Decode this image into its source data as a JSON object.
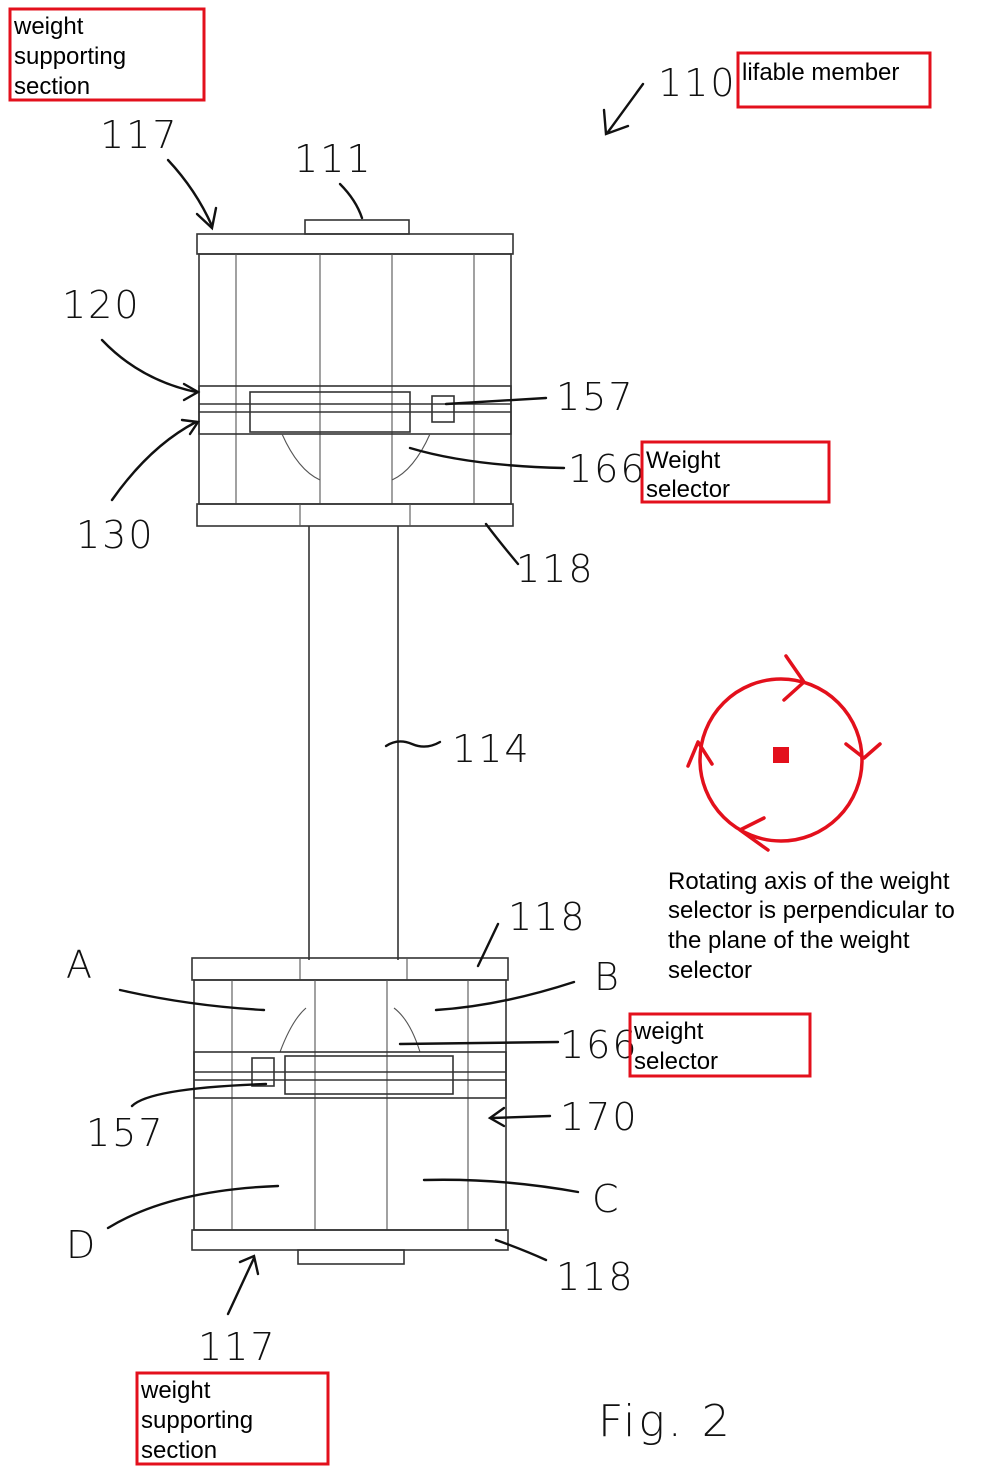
{
  "annotations": {
    "weight_supporting_top": [
      "weight",
      "supporting",
      "section"
    ],
    "lifable_member": "lifable member",
    "weight_selector_top": [
      "Weight",
      "selector"
    ],
    "weight_selector_bottom": [
      "weight",
      "selector"
    ],
    "weight_supporting_bottom": [
      "weight",
      "supporting",
      "section"
    ],
    "rotating_axis_note": [
      "Rotating axis of the weight",
      "selector is perpendicular to",
      "the plane of the weight",
      "selector"
    ]
  },
  "reference_numerals": {
    "r110": "110",
    "r117_top": "117",
    "r111": "111",
    "r120": "120",
    "r157_top": "157",
    "r166_top": "166",
    "r130": "130",
    "r118_top": "118",
    "r114": "114",
    "r118_mid": "118",
    "rA": "A",
    "rB": "B",
    "r166_bottom": "166",
    "r157_bottom": "157",
    "r170": "170",
    "rC": "C",
    "rD": "D",
    "r118_bottom": "118",
    "r117_bottom": "117"
  },
  "figure_label": "Fig. 2",
  "colors": {
    "annotation_red": "#e3101c",
    "drawing_line": "#333333"
  },
  "icons": {
    "rotation_indicator": "circular-rotation-arrows-icon"
  }
}
